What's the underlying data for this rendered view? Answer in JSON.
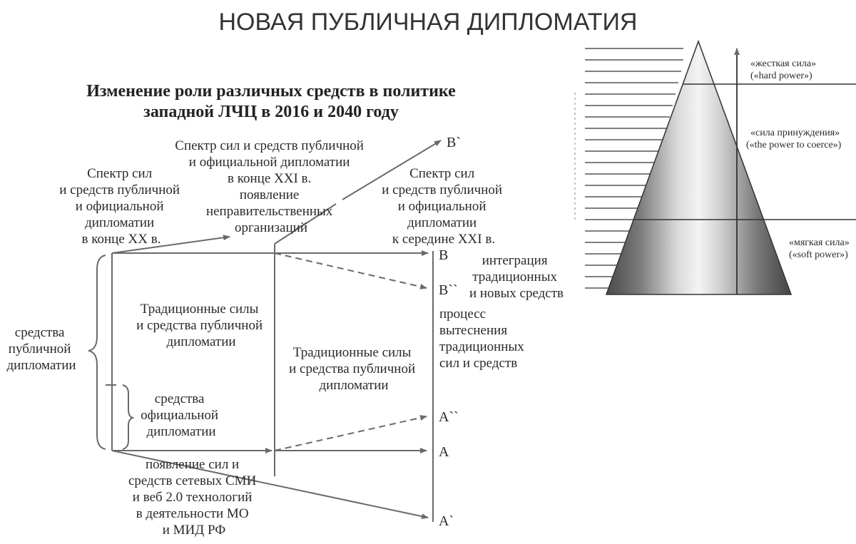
{
  "title": "НОВАЯ ПУБЛИЧНАЯ ДИПЛОМАТИЯ",
  "subtitle": [
    "Изменение роли различных средств в политике",
    "западной ЛЧЦ в 2016 и 2040 году"
  ],
  "labels": {
    "spectrum_xx": [
      "Спектр сил",
      "и средств публичной",
      "и официальной",
      "дипломатии",
      "в конце XX в."
    ],
    "spectrum_xxi_end": [
      "Спектр сил и средств публичной",
      "и официальной дипломатии",
      "в конце XXI в.",
      "появление",
      "неправительственных",
      "организаций"
    ],
    "spectrum_xxi_mid": [
      "Спектр сил",
      "и средств публичной",
      "и официальной",
      "дипломатии",
      "к середине XXI в."
    ],
    "public_means": [
      "средства",
      "публичной",
      "дипломатии"
    ],
    "official_means": [
      "средства",
      "официальной",
      "дипломатии"
    ],
    "traditional_1": [
      "Традиционные силы",
      "и средства публичной",
      "дипломатии"
    ],
    "traditional_2": [
      "Традиционные силы",
      "и средства публичной",
      "дипломатии"
    ],
    "integration": [
      "интеграция",
      "традиционных",
      "и новых средств"
    ],
    "displacement": [
      "процесс",
      "вытеснения",
      "традиционных",
      "сил и средств"
    ],
    "network_media": [
      "появление сил и",
      "средств сетевых СМИ",
      "и веб 2.0 технологий",
      "в деятельности МО",
      "и МИД РФ"
    ]
  },
  "points": {
    "b_prime": "B`",
    "b": "B",
    "b_double": "B``",
    "a_double": "A``",
    "a": "A",
    "a_prime": "A`"
  },
  "pyramid": {
    "hard_power": [
      "«жесткая сила»",
      "(«hard power»)"
    ],
    "coerce": [
      "«сила принуждения»",
      "(«the power to coerce»)"
    ],
    "soft_power": [
      "«мягкая сила»",
      "(«soft power»)"
    ]
  }
}
